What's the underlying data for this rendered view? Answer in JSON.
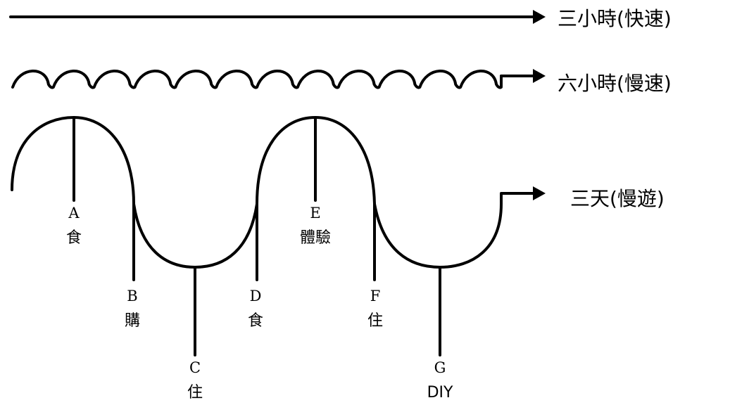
{
  "routes": {
    "fast": {
      "label": "三小時(快速)"
    },
    "slow": {
      "label": "六小時(慢速)"
    },
    "leisure": {
      "label": "三天(慢遊)"
    }
  },
  "stops": [
    {
      "letter": "A",
      "activity": "食"
    },
    {
      "letter": "B",
      "activity": "購"
    },
    {
      "letter": "C",
      "activity": "住"
    },
    {
      "letter": "D",
      "activity": "食"
    },
    {
      "letter": "E",
      "activity": "體驗"
    },
    {
      "letter": "F",
      "activity": "住"
    },
    {
      "letter": "G",
      "activity": "DIY"
    }
  ]
}
